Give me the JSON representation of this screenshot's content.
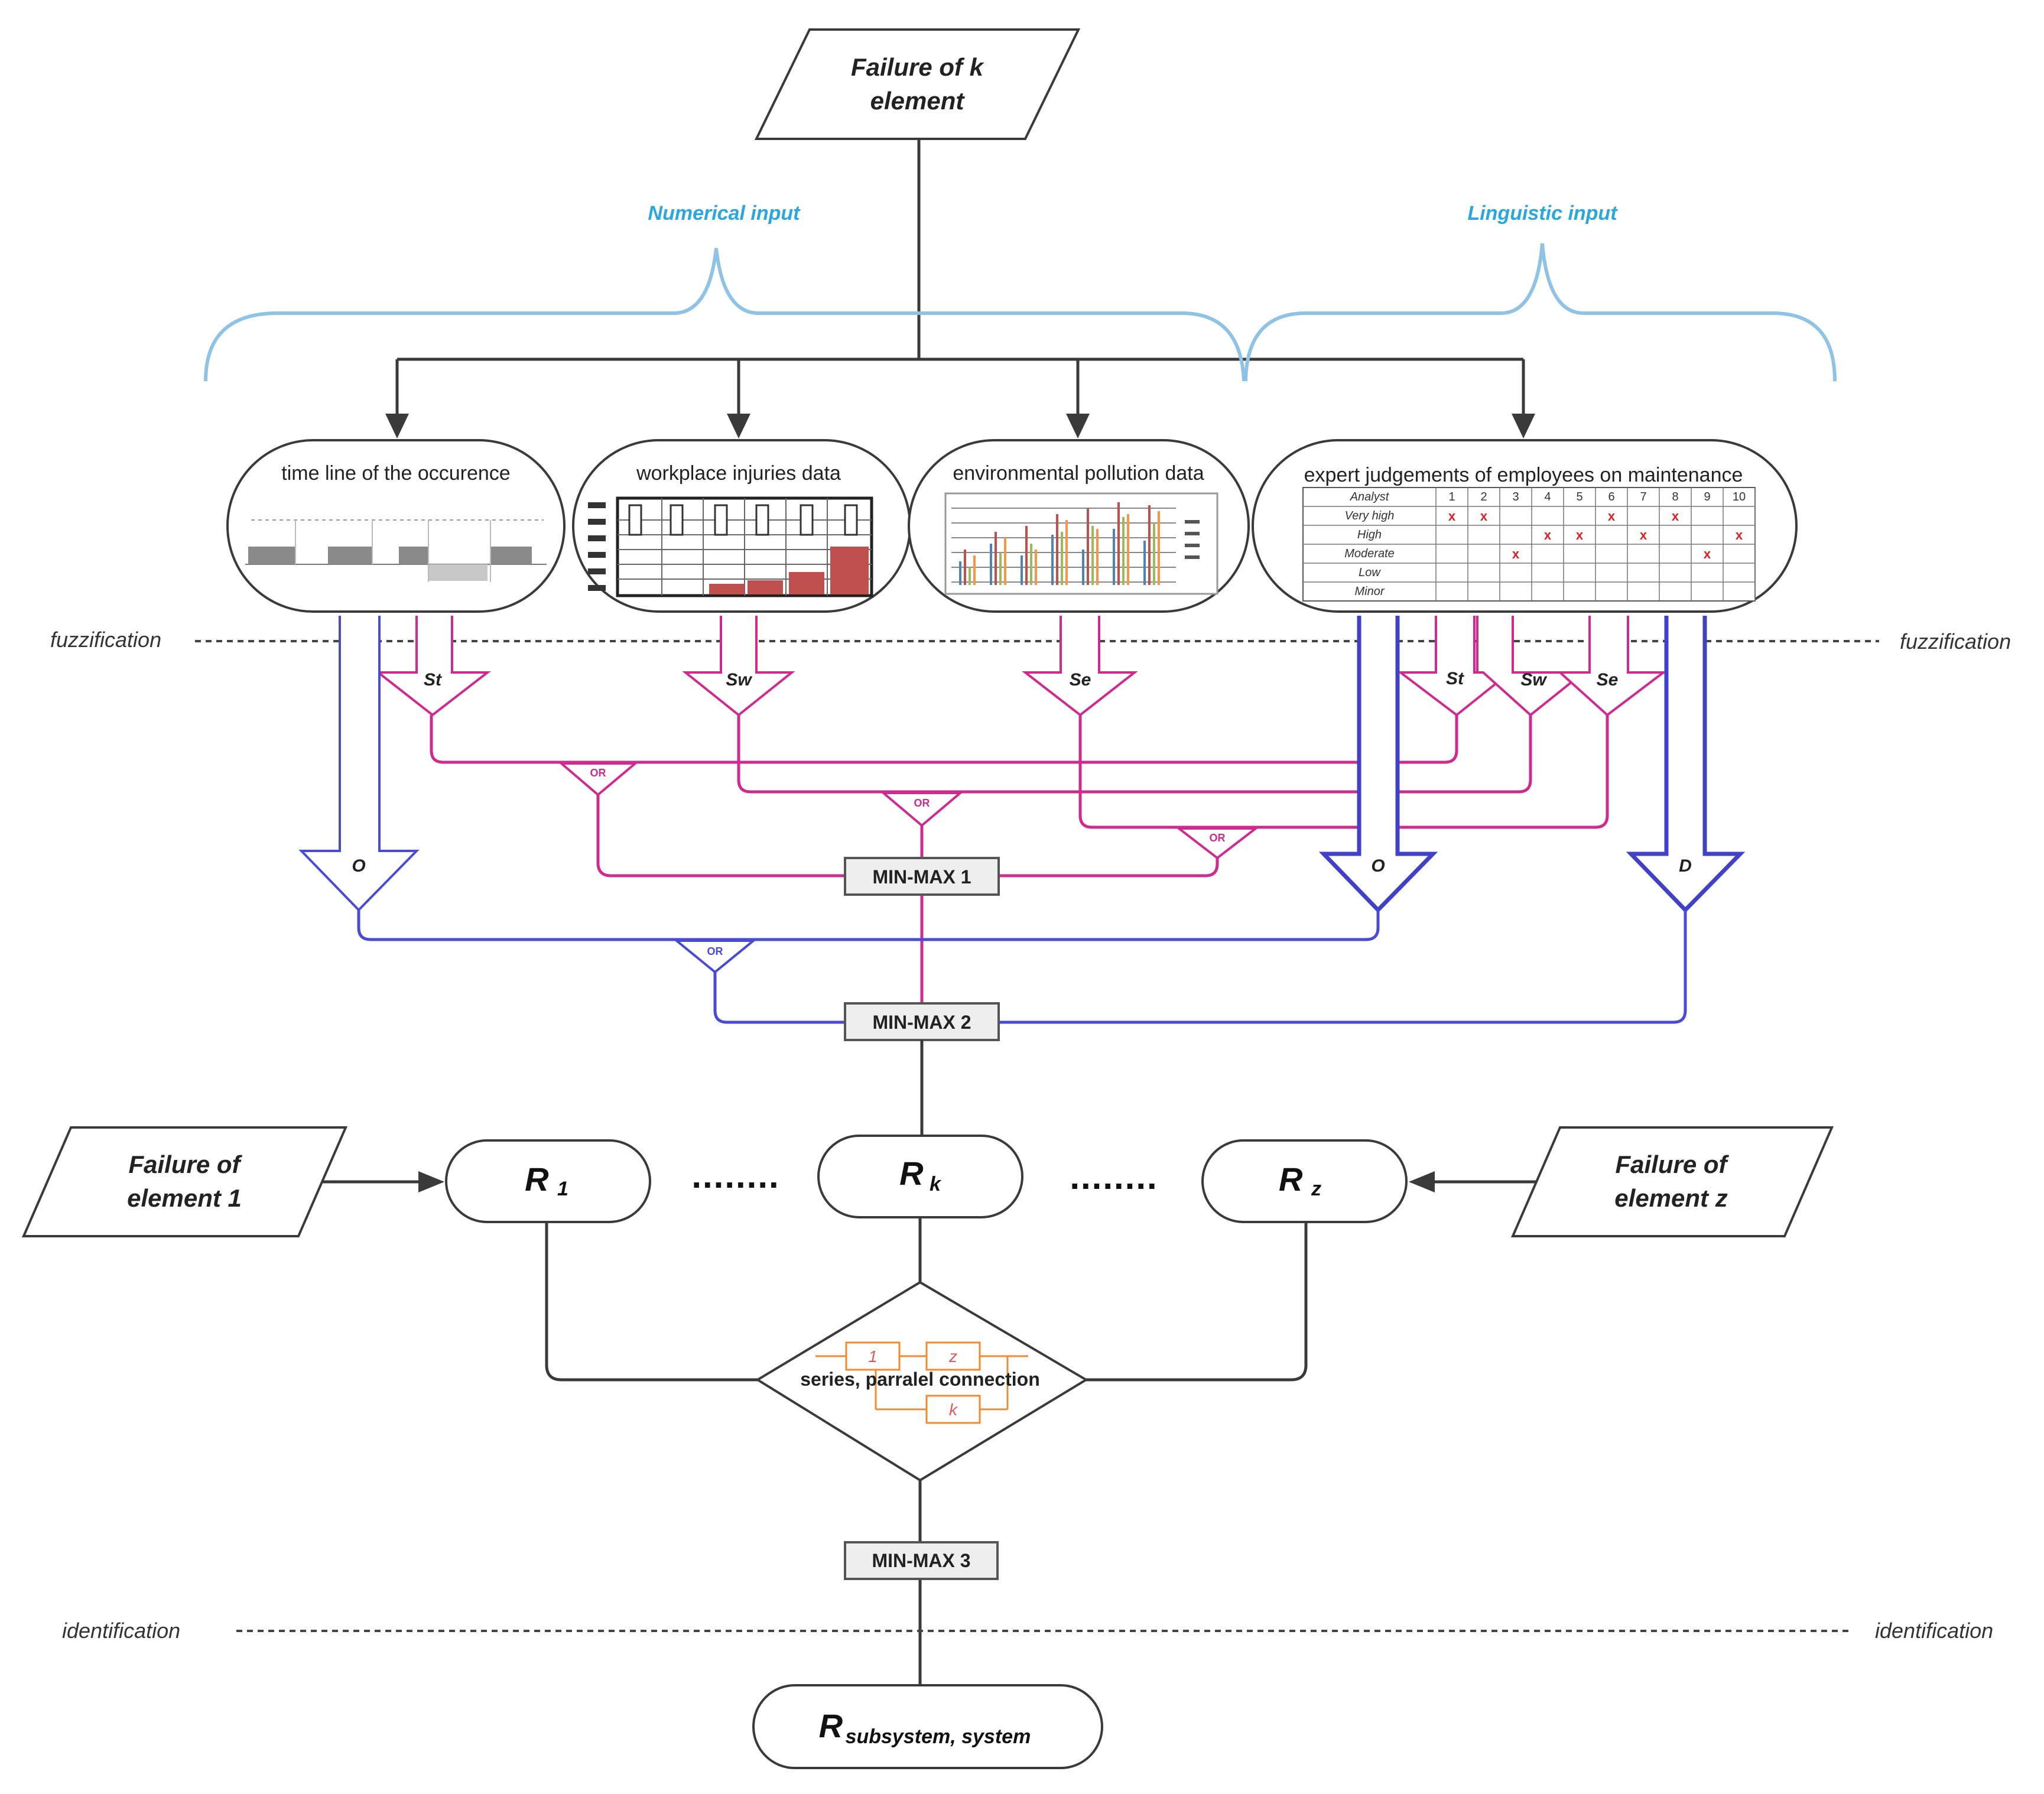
{
  "top_node": {
    "line1": "Failure of k",
    "line2": "element"
  },
  "brace_labels": {
    "numerical": "Numerical input",
    "linguistic": "Linguistic input"
  },
  "input_boxes": [
    {
      "title": "time line of the occurence"
    },
    {
      "title": "workplace injuries data"
    },
    {
      "title": "environmental pollution data"
    },
    {
      "title": "expert judgements of employees on maintenance"
    }
  ],
  "expert_table": {
    "header": "Analyst",
    "columns": [
      "1",
      "2",
      "3",
      "4",
      "5",
      "6",
      "7",
      "8",
      "9",
      "10"
    ],
    "rows": [
      "Very high",
      "High",
      "Moderate",
      "Low",
      "Minor"
    ],
    "marks": [
      {
        "row": 1,
        "cols": [
          1,
          2,
          6,
          8
        ]
      },
      {
        "row": 2,
        "cols": [
          4,
          5,
          7,
          10
        ]
      },
      {
        "row": 3,
        "cols": [
          3,
          9
        ]
      }
    ],
    "mark_symbol": "x"
  },
  "levels": {
    "fuzzification": "fuzzification",
    "identification": "identification"
  },
  "arrow_labels": {
    "st": "St",
    "sw": "Sw",
    "se": "Se",
    "st2": "St",
    "sw2": "Sw",
    "se2": "Se",
    "o_left": "O",
    "o_right": "O",
    "d": "D"
  },
  "or_label": "OR",
  "minmax": {
    "one": "MIN-MAX 1",
    "two": "MIN-MAX 2",
    "three": "MIN-MAX 3"
  },
  "r_nodes": {
    "r": "R",
    "sub1": "1",
    "subk": "k",
    "subz": "z",
    "dots": "........"
  },
  "failure_left": {
    "line1": "Failure of",
    "line2": "element 1"
  },
  "failure_right": {
    "line1": "Failure of",
    "line2": "element z"
  },
  "diamond": {
    "text": "series, parralel connection",
    "block1": "1",
    "block2": "z",
    "block3": "k"
  },
  "final_node": {
    "r": "R",
    "sub": "subsystem, system"
  },
  "colors": {
    "line": "#3a3a3a",
    "magenta": "#d0298f",
    "blue": "#4a4ad8",
    "brace": "#8ec3e6",
    "brace_text": "#29a7de",
    "orange": "#f08a30",
    "red_bar": "#c0504d"
  }
}
